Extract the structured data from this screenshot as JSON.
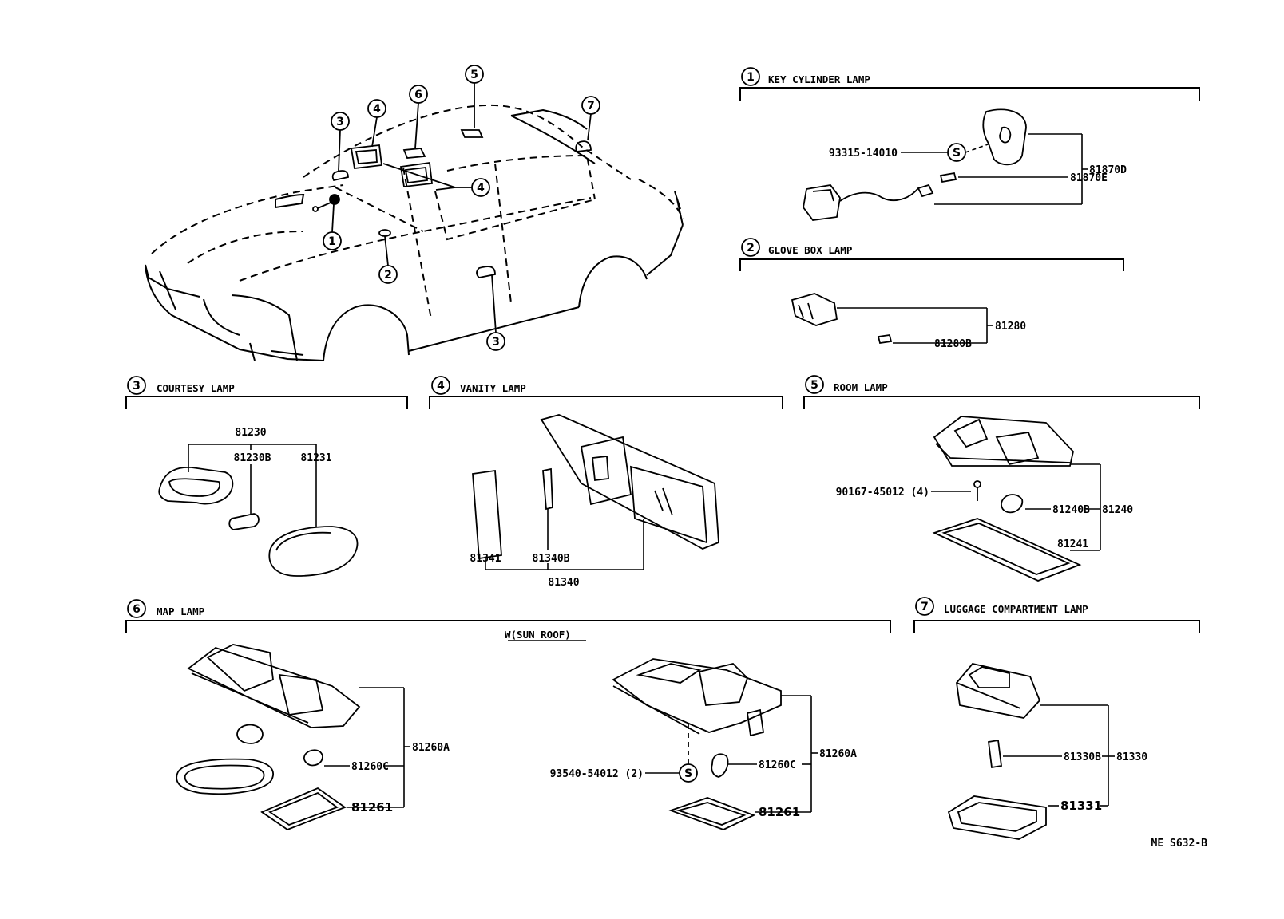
{
  "callouts": {
    "c1": "1",
    "c2": "2",
    "c3": "3",
    "c4": "4",
    "c5": "5",
    "c6": "6",
    "c7": "7",
    "s": "S"
  },
  "sections": {
    "key_cylinder": {
      "title": "KEY CYLINDER LAMP",
      "parts": {
        "screw": "93315-14010",
        "assembly": "81870D",
        "bulb": "81870E"
      }
    },
    "glove_box": {
      "title": "GLOVE BOX LAMP",
      "parts": {
        "assembly": "81280",
        "bulb": "81280B"
      }
    },
    "courtesy": {
      "title": "COURTESY LAMP",
      "parts": {
        "assembly": "81230",
        "bulb": "81230B",
        "lens": "81231"
      }
    },
    "vanity": {
      "title": "VANITY LAMP",
      "parts": {
        "cover": "81341",
        "bulb": "81340B",
        "assembly": "81340"
      }
    },
    "room": {
      "title": "ROOM LAMP",
      "parts": {
        "screw": "90167-45012 (4)",
        "bulb": "81240B",
        "assembly": "81240",
        "lens": "81241"
      }
    },
    "map": {
      "title": "MAP LAMP",
      "variant": "W(SUN ROOF)",
      "parts": {
        "assembly": "81260A",
        "bulb": "81260C",
        "lens": "81261",
        "screw": "93540-54012 (2)"
      }
    },
    "luggage": {
      "title": "LUGGAGE COMPARTMENT LAMP",
      "parts": {
        "bulb": "81330B",
        "assembly": "81330",
        "lens": "81331"
      }
    }
  },
  "page_code": "ME  S632-B"
}
